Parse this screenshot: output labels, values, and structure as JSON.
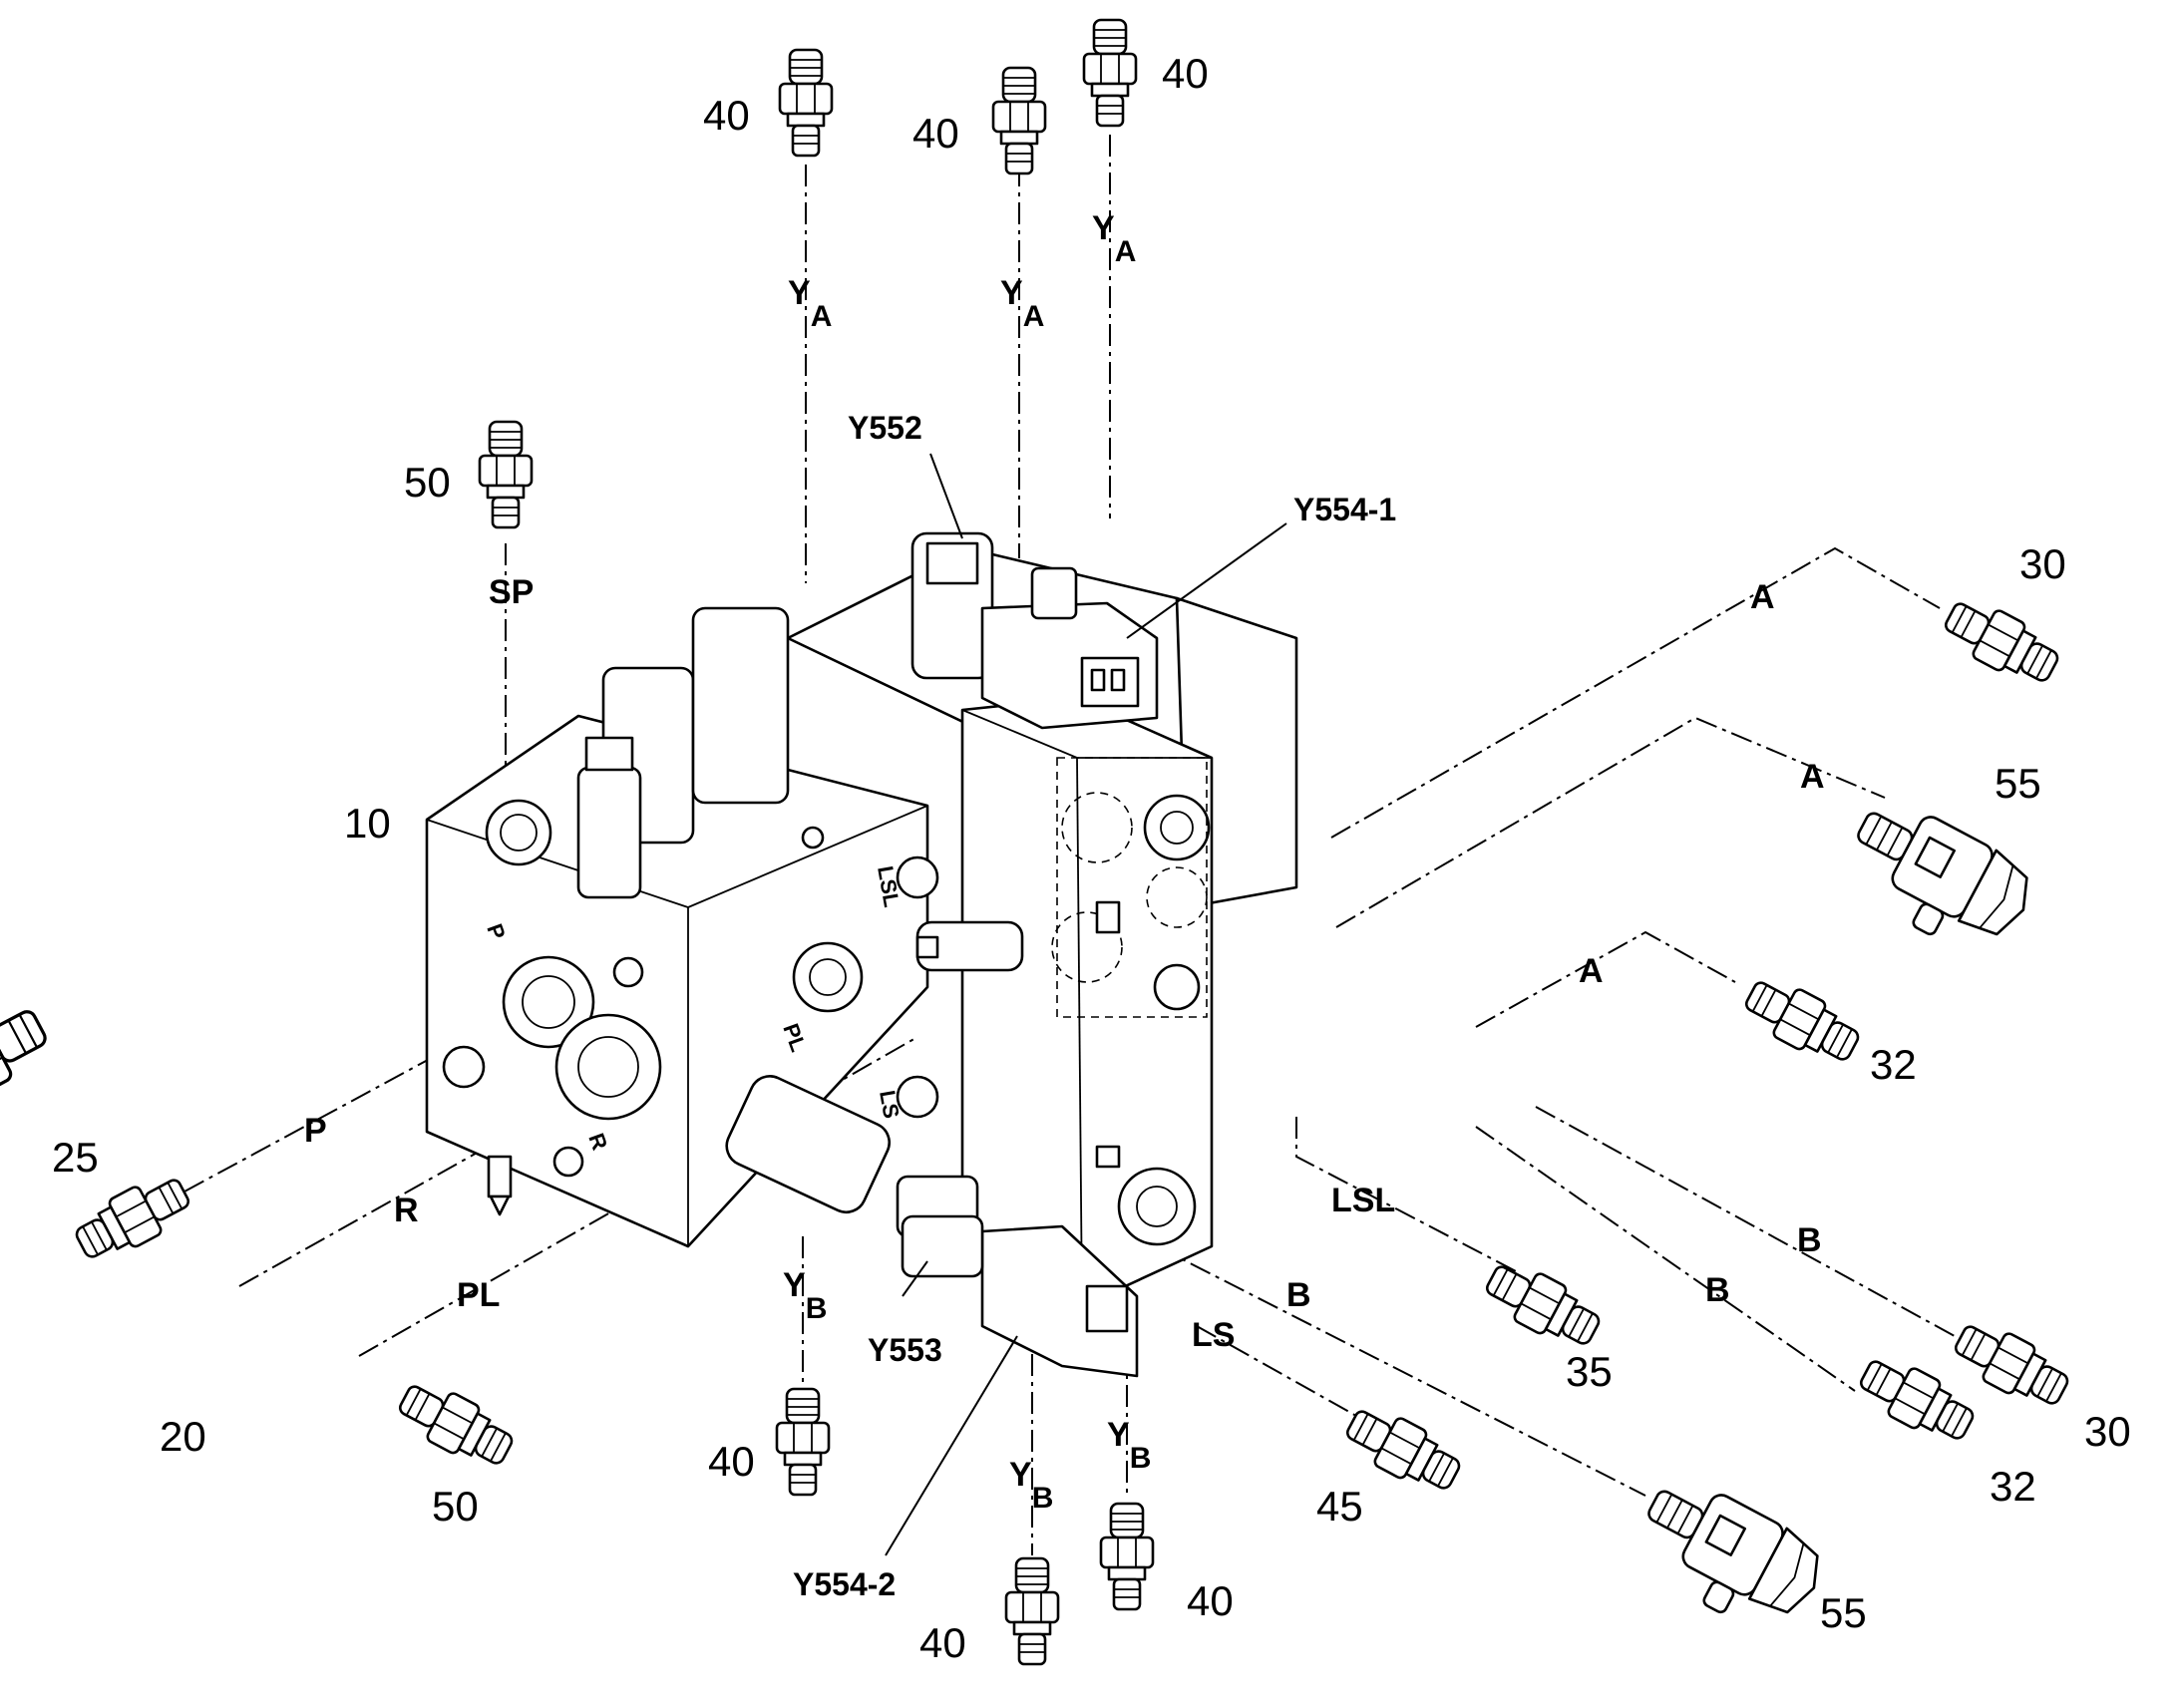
{
  "diagram": {
    "item_numbers": {
      "n40_a": "40",
      "n40_b": "40",
      "n40_c": "40",
      "n50_top": "50",
      "n10": "10",
      "n30_top": "30",
      "n55_top": "55",
      "n32_top": "32",
      "n25": "25",
      "n20": "20",
      "n50_bottom": "50",
      "n40_d": "40",
      "n40_e": "40",
      "n40_f": "40",
      "n45": "45",
      "n35": "35",
      "n32_bottom": "32",
      "n30_bottom": "30",
      "n55_bottom": "55"
    },
    "port_labels": {
      "ya1_main": "Y",
      "ya1_sub": "A",
      "ya2_main": "Y",
      "ya2_sub": "A",
      "ya3_main": "Y",
      "ya3_sub": "A",
      "sp": "SP",
      "a1": "A",
      "a2": "A",
      "a3": "A",
      "p": "P",
      "r": "R",
      "pl": "PL",
      "yb1_main": "Y",
      "yb1_sub": "B",
      "yb2_main": "Y",
      "yb2_sub": "B",
      "yb3_main": "Y",
      "yb3_sub": "B",
      "ls": "LS",
      "lsl": "LSL",
      "b1": "B",
      "b2": "B",
      "b3": "B"
    },
    "component_labels": {
      "y552": "Y552",
      "y554_1": "Y554-1",
      "y553": "Y553",
      "y554_2": "Y554-2"
    },
    "block_markings": {
      "p": "P",
      "r": "R",
      "pl": "PL",
      "lsl": "LSL",
      "ls": "LS"
    },
    "icons": [
      "fitting-icon",
      "elbow-fitting-icon",
      "solenoid-icon",
      "valve-block-icon"
    ]
  }
}
